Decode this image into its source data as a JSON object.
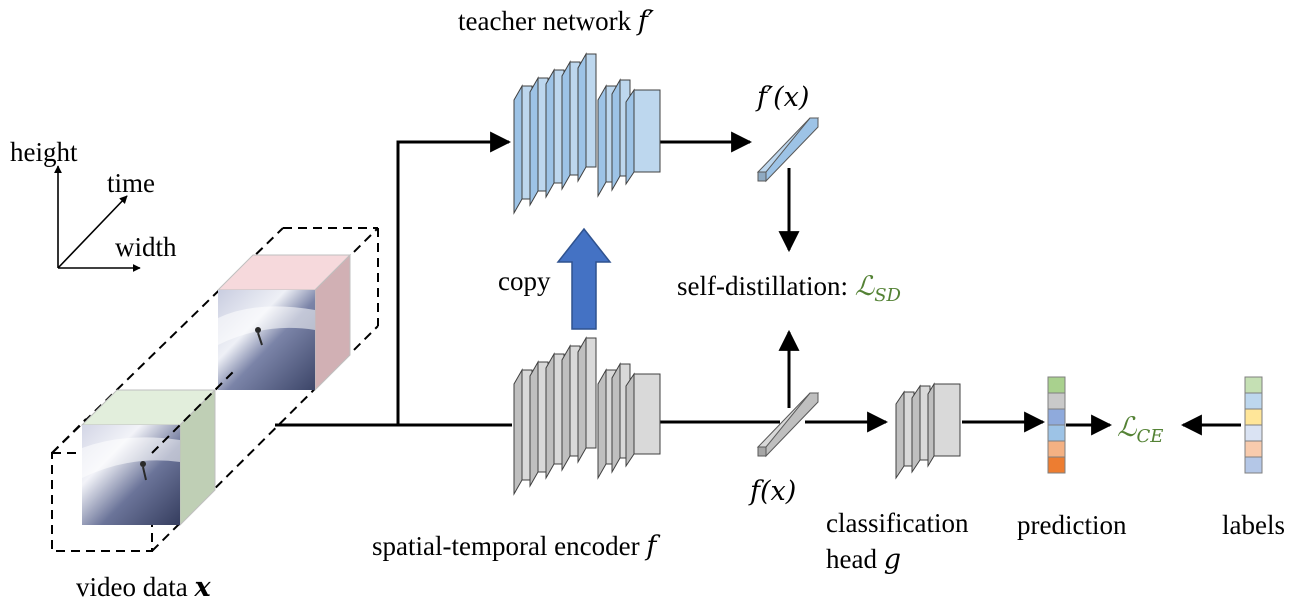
{
  "axes": {
    "height": "height",
    "time": "time",
    "width": "width"
  },
  "labels": {
    "teacher_text": "teacher network ",
    "teacher_sym": "f′",
    "teacher_out": "f′(x)",
    "student_out": "f(x)",
    "copy": "copy",
    "self_distill_text": "self-distillation: ",
    "loss_sd": "ℒ",
    "loss_sd_sub": "SD",
    "loss_ce": "ℒ",
    "loss_ce_sub": "CE",
    "encoder_text": "spatial-temporal encoder ",
    "encoder_sym": "f",
    "head_line1": "classification",
    "head_line2": "head ",
    "head_sym": "g",
    "prediction": "prediction",
    "labels": "labels",
    "video_text": "video data ",
    "video_sym": "x"
  },
  "colors": {
    "teacher_fill": "#bdd7ee",
    "teacher_side": "#9dc3e6",
    "teacher_back": "#8faac2",
    "student_fill": "#d9d9d9",
    "student_side": "#bfbfbf",
    "student_back": "#a6a6a6",
    "copy_arrow": "#4472c4",
    "loss_green": "#548235",
    "cube_front_face_top": "#e2eedc",
    "cube_right_face": "#d5e3d0",
    "cube_back_face_top": "#f6d9dc",
    "cube_back_right": "#e8c3c6"
  },
  "prediction_cells": [
    "#a9d18e",
    "#c9c9c9",
    "#8faadc",
    "#9dc3e6",
    "#f4b183",
    "#ed7d31"
  ],
  "label_cells": [
    "#c5e0b4",
    "#bdd7ee",
    "#ffe699",
    "#dae3f3",
    "#f8cbad",
    "#b4c7e7"
  ]
}
